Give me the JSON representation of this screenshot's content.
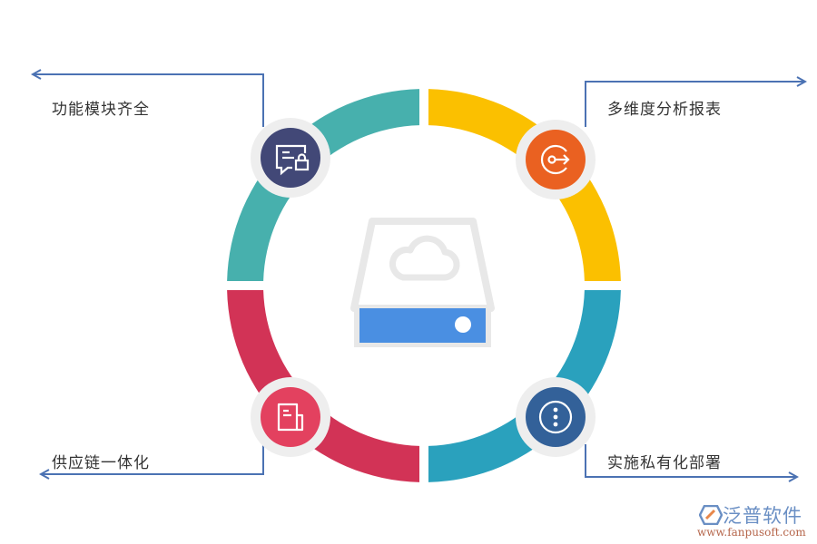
{
  "diagram": {
    "type": "circular-feature-ring",
    "center_icon": "cloud-storage-drive-icon",
    "colors": {
      "segment_top_left": "#47b0ad",
      "segment_top_right": "#fbc000",
      "segment_bottom_left": "#d23356",
      "segment_bottom_right": "#2aa1bd",
      "node_top_left": "#424877",
      "node_top_right": "#ea6121",
      "node_bottom_left": "#e3415f",
      "node_bottom_right": "#336199",
      "node_halo": "#eeeeee",
      "connector": "#4b72b3",
      "drive_outline": "#e8e8e8",
      "drive_bar": "#4a8fe2"
    },
    "items": [
      {
        "label": "功能模块齐全",
        "icon": "message-lock-icon",
        "position": "top-left"
      },
      {
        "label": "多维度分析报表",
        "icon": "circle-arrow-exit-icon",
        "position": "top-right"
      },
      {
        "label": "供应链一体化",
        "icon": "document-folder-icon",
        "position": "bottom-left"
      },
      {
        "label": "实施私有化部署",
        "icon": "more-vertical-circle-icon",
        "position": "bottom-right"
      }
    ]
  },
  "logo": {
    "name": "泛普软件",
    "url": "www.fanpusoft.com"
  }
}
